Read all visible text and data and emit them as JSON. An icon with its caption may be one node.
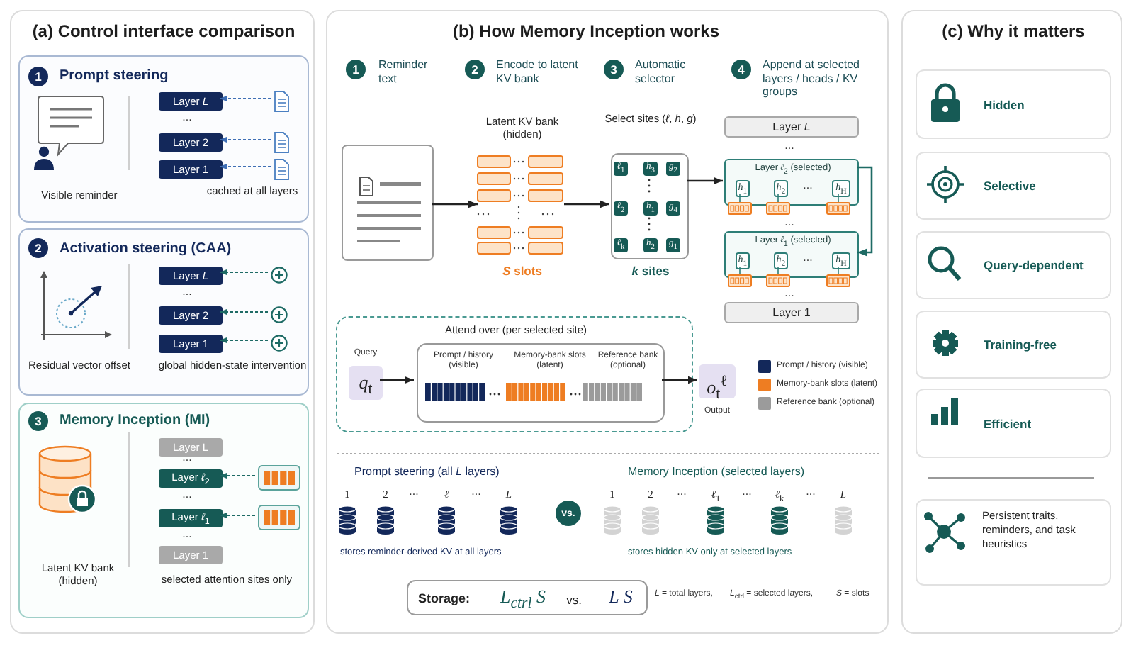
{
  "diagram": {
    "nodes": [
      {
        "text": [
          "(a) Control interface comparison"
        ]
      },
      {
        "text": [
          "Prompt steering",
          "Visible reminder",
          "cached at all layers"
        ],
        "in": 0
      },
      {
        "text": [
          "1"
        ],
        "in": 1
      },
      {
        "text": [
          "Layer *L*"
        ],
        "in": 1
      },
      {
        "text": [
          "Layer 2"
        ],
        "in": 1
      },
      {
        "text": [
          "Layer 1"
        ],
        "in": 1
      },
      {
        "text": [],
        "shape": "document",
        "in": 1
      },
      {
        "text": [],
        "shape": "document",
        "in": 1
      },
      {
        "text": [],
        "shape": "document",
        "in": 1
      },
      {
        "text": [
          "Activation steering (CAA)",
          "Residual vector offset",
          "global hidden-state intervention"
        ],
        "in": 0
      },
      {
        "text": [
          "2"
        ],
        "in": 9
      },
      {
        "text": [
          "Layer *L*"
        ],
        "in": 9
      },
      {
        "text": [
          "Layer 2"
        ],
        "in": 9
      },
      {
        "text": [
          "Layer 1"
        ],
        "in": 9
      },
      {
        "text": [],
        "shape": "circle",
        "in": 9
      },
      {
        "text": [],
        "shape": "circle",
        "in": 9
      },
      {
        "text": [],
        "shape": "circle",
        "in": 9
      },
      {
        "text": [
          "Memory Inception (MI)",
          "Latent KV bank (hidden)",
          "selected attention sites only"
        ],
        "in": 0
      },
      {
        "text": [
          "3"
        ],
        "in": 17
      },
      {
        "text": [
          "Layer L"
        ],
        "in": 17
      },
      {
        "text": [
          "Layer *ℓ*$_{2}$"
        ],
        "in": 17
      },
      {
        "text": [
          "Layer *ℓ*$_{1}$"
        ],
        "in": 17
      },
      {
        "text": [
          "Layer 1"
        ],
        "in": 17
      },
      {
        "text": [],
        "shape": "box",
        "in": 17
      },
      {
        "text": [],
        "shape": "box",
        "in": 17
      },
      {
        "text": [
          "(b) How Memory Inception works"
        ]
      },
      {
        "text": [
          "1"
        ],
        "beside": [
          "Reminder text"
        ],
        "in": 25
      },
      {
        "text": [
          "2"
        ],
        "beside": [
          "Encode to latent KV bank"
        ],
        "in": 25
      },
      {
        "text": [
          "3"
        ],
        "beside": [
          "Automatic selector"
        ],
        "in": 25
      },
      {
        "text": [
          "4"
        ],
        "beside": [
          "Append at selected layers / heads / KV groups"
        ],
        "in": 25
      },
      {
        "text": [],
        "shape": "document",
        "in": 25
      },
      {
        "text": [
          "Latent KV bank (hidden)"
        ],
        "beside": [
          "*S* slots"
        ],
        "in": 25
      },
      {
        "text": [
          "Select sites (*ℓ*, *h*, *g*)"
        ],
        "beside": [
          "*k* sites"
        ],
        "in": 25
      },
      {
        "text": [
          "*ℓ*$_{1}$"
        ],
        "in": 32
      },
      {
        "text": [
          "*h*$_{3}$"
        ],
        "in": 32
      },
      {
        "text": [
          "*g*$_{2}$"
        ],
        "in": 32
      },
      {
        "text": [
          "*ℓ*$_{2}$"
        ],
        "in": 32
      },
      {
        "text": [
          "*h*$_{1}$"
        ],
        "in": 32
      },
      {
        "text": [
          "*g*$_{4}$"
        ],
        "in": 32
      },
      {
        "text": [
          "*ℓ*$_{k}$"
        ],
        "in": 32
      },
      {
        "text": [
          "*h*$_{2}$"
        ],
        "in": 32
      },
      {
        "text": [
          "*g*$_{1}$"
        ],
        "in": 32
      },
      {
        "text": [
          "Layer *L*"
        ],
        "in": 25
      },
      {
        "text": [
          "Layer *ℓ*$_{2}$ (selected)"
        ],
        "in": 25
      },
      {
        "text": [
          "*h*$_{1}$"
        ],
        "in": 43
      },
      {
        "text": [
          "*h*$_{2}$"
        ],
        "in": 43
      },
      {
        "text": [
          "*h*$_{H}$"
        ],
        "in": 43
      },
      {
        "text": [
          "Layer *ℓ*$_{1}$ (selected)"
        ],
        "in": 25
      },
      {
        "text": [
          "*h*$_{1}$"
        ],
        "in": 47
      },
      {
        "text": [
          "*h*$_{2}$"
        ],
        "in": 47
      },
      {
        "text": [
          "*h*$_{H}$"
        ],
        "in": 47
      },
      {
        "text": [
          "Layer 1"
        ],
        "in": 25
      },
      {
        "text": [
          "Attend over (per selected site)"
        ],
        "in": 25
      },
      {
        "text": [
          "Query",
          "*q*$_{t}$"
        ],
        "in": 52
      },
      {
        "text": [
          "Prompt / history (visible)",
          "Memory-bank slots (latent)",
          "Reference bank (optional)"
        ],
        "in": 52
      },
      {
        "text": [
          "*o*$_{t}$$^{ℓ}$"
        ],
        "beside": [
          "Output"
        ],
        "in": 25
      },
      {
        "text": [
          "vs."
        ],
        "in": 25
      },
      {
        "text": [
          "Storage:",
          "*L*$_{ctrl}$ *S*",
          "vs.",
          "*L* *S*"
        ],
        "in": 25
      },
      {
        "text": [
          "(c) Why it matters"
        ]
      },
      {
        "text": [
          "Hidden"
        ],
        "in": 58
      },
      {
        "text": [
          "Selective"
        ],
        "in": 58
      },
      {
        "text": [
          "Query-dependent"
        ],
        "in": 58
      },
      {
        "text": [
          "Training-free"
        ],
        "in": 58
      },
      {
        "text": [
          "Efficient"
        ],
        "in": 58
      },
      {
        "text": [
          "Persistent traits, reminders, and task heuristics"
        ],
        "in": 58
      }
    ],
    "edges": [
      {
        "from": 6,
        "to": 3,
        "arrow": "to",
        "style": "dashed",
        "color": "#3f6fb5"
      },
      {
        "from": 7,
        "to": 4,
        "arrow": "to",
        "style": "dashed",
        "color": "#3f6fb5"
      },
      {
        "from": 8,
        "to": 5,
        "arrow": "to",
        "style": "dashed",
        "color": "#3f6fb5"
      },
      {
        "from": 14,
        "to": 11,
        "arrow": "to",
        "style": "dashed",
        "color": "#1e6b65"
      },
      {
        "from": 15,
        "to": 12,
        "arrow": "to",
        "style": "dashed",
        "color": "#1e6b65"
      },
      {
        "from": 16,
        "to": 13,
        "arrow": "to",
        "style": "dashed",
        "color": "#1e6b65"
      },
      {
        "from": 23,
        "to": 20,
        "arrow": "to",
        "style": "dashed",
        "color": "#1e6b65"
      },
      {
        "from": 24,
        "to": 21,
        "arrow": "to",
        "style": "dashed",
        "color": "#1e6b65"
      },
      {
        "from": 30,
        "to": 31,
        "arrow": "to"
      },
      {
        "from": 31,
        "to": 32,
        "arrow": "to"
      },
      {
        "from": 32,
        "to": 43,
        "arrow": "to"
      },
      {
        "from": 43,
        "to": 47,
        "arrow": "to",
        "color": "#1e6b65"
      },
      {
        "from": 53,
        "to": 54,
        "arrow": "to"
      },
      {
        "from": 54,
        "to": 55,
        "arrow": "to"
      }
    ],
    "labels": [
      "...",
      "...",
      "...",
      "...",
      "...",
      "...",
      "...",
      "...",
      "...",
      "...",
      "Prompt steering (all *L* layers)",
      "1",
      "2",
      "...",
      "*ℓ*",
      "...",
      "*L*",
      "stores reminder-derived KV at all layers",
      "Memory Inception (selected layers)",
      "1",
      "2",
      "...",
      "*ℓ*$_{1}$",
      "...",
      "*ℓ*$_{k}$",
      "...",
      "*L*",
      "stores hidden KV only at selected layers",
      "*L* = total layers,",
      "*L*$_{ctrl}$ = selected layers,",
      "*S* = slots"
    ],
    "legend": [
      {
        "text": "Prompt / history (visible)",
        "color": "#13285a"
      },
      {
        "text": "Memory-bank slots (latent)",
        "color": "#ee7d22"
      },
      {
        "text": "Reference bank (optional)",
        "color": "#9b9b9b"
      }
    ]
  }
}
